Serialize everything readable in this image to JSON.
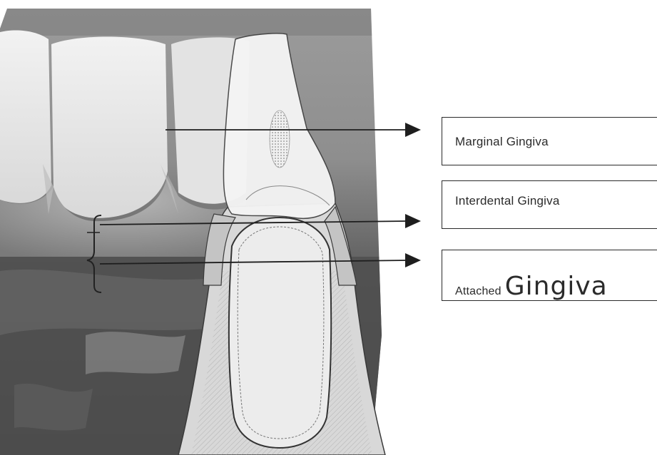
{
  "labels": {
    "marginal": "Marginal Gingiva",
    "interdental": "Interdental Gingiva",
    "attached_small": "Attached",
    "attached_large": "Gingiva"
  },
  "colors": {
    "photo_dark": "#4a4a4a",
    "photo_mid": "#8d8d8d",
    "tooth_light": "#ebebeb",
    "line": "#2a2a2a"
  },
  "icons": [
    "arrow-right-icon",
    "curly-brace-icon"
  ]
}
